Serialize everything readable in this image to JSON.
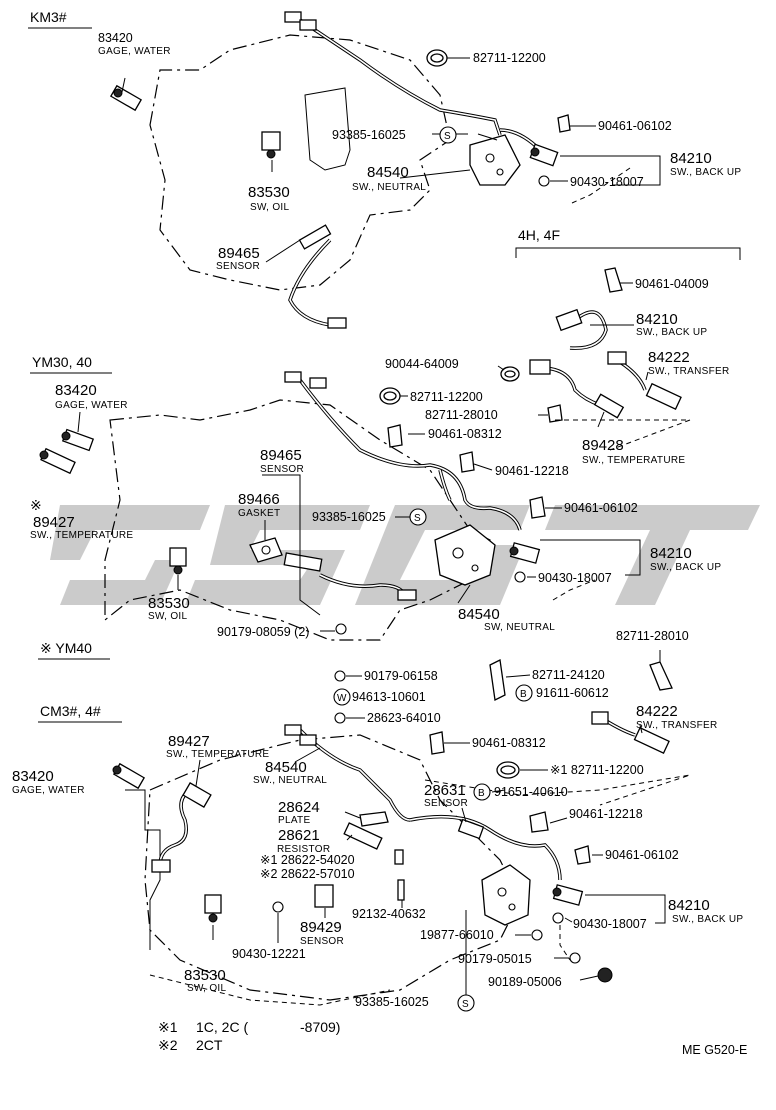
{
  "sections": {
    "km3": "KM3#",
    "ym30_40": "YM30, 40",
    "ym40": "※ YM40",
    "cm3_4": "CM3#, 4#",
    "sub_4h4f": "4H, 4F"
  },
  "parts": {
    "km_83420": "83420",
    "km_83420_desc": "GAGE, WATER",
    "km_82711": "82711-12200",
    "km_90461a": "90461-06102",
    "km_93385": "93385-16025",
    "km_84540": "84540",
    "km_84540_desc": "SW., NEUTRAL",
    "km_84210": "84210",
    "km_84210_desc": "SW., BACK UP",
    "km_90430": "90430-18007",
    "km_83530": "83530",
    "km_83530_desc": "SW, OIL",
    "km_89465": "89465",
    "km_89465_desc": "SENSOR",
    "f_90461": "90461-04009",
    "f_84210": "84210",
    "f_84210_desc": "SW., BACK UP",
    "f_84222": "84222",
    "f_84222_desc": "SW., TRANSFER",
    "ym_90044": "90044-64009",
    "ym_82711a": "82711-12200",
    "ym_82711b": "82711-28010",
    "ym_90461a": "90461-08312",
    "ym_89428": "89428",
    "ym_89428_desc": "SW., TEMPERATURE",
    "ym_90461b": "90461-12218",
    "ym_90461c": "90461-06102",
    "ym_83420": "83420",
    "ym_83420_desc": "GAGE, WATER",
    "ym_89427_mark": "※",
    "ym_89427": "89427",
    "ym_89427_desc": "SW., TEMPERATURE",
    "ym_89465": "89465",
    "ym_89465_desc": "SENSOR",
    "ym_89466": "89466",
    "ym_89466_desc": "GASKET",
    "ym_93385": "93385-16025",
    "ym_84210": "84210",
    "ym_84210_desc": "SW., BACK UP",
    "ym_90430": "90430-18007",
    "ym_83530": "83530",
    "ym_83530_desc": "SW, OIL",
    "ym_84540": "84540",
    "ym_84540_desc": "SW, NEUTRAL",
    "ym_90179": "90179-08059 (2)",
    "cm_82711a": "82711-28010",
    "cm_90179a": "90179-06158",
    "cm_82711b": "82711-24120",
    "cm_94613": "94613-10601",
    "cm_91611": "91611-60612",
    "cm_28623": "28623-64010",
    "cm_84222": "84222",
    "cm_84222_desc": "SW., TRANSFER",
    "cm_89427": "89427",
    "cm_89427_desc": "SW., TEMPERATURE",
    "cm_90461a": "90461-08312",
    "cm_84540": "84540",
    "cm_84540_desc": "SW., NEUTRAL",
    "cm_82711c": "※1 82711-12200",
    "cm_83420": "83420",
    "cm_83420_desc": "GAGE, WATER",
    "cm_28631": "28631",
    "cm_28631_desc": "SENSOR",
    "cm_91651": "91651-40610",
    "cm_28624": "28624",
    "cm_28624_desc": "PLATE",
    "cm_90461b": "90461-12218",
    "cm_28621": "28621",
    "cm_28621_desc": "RESISTOR",
    "cm_28622a": "※1 28622-54020",
    "cm_28622b": "※2 28622-57010",
    "cm_90461c": "90461-06102",
    "cm_89429": "89429",
    "cm_89429_desc": "SENSOR",
    "cm_92132": "92132-40632",
    "cm_84210": "84210",
    "cm_84210_desc": "SW., BACK UP",
    "cm_90430b": "90430-18007",
    "cm_90430a": "90430-12221",
    "cm_19877": "19877-66010",
    "cm_83530": "83530",
    "cm_83530_desc": "SW, OIL",
    "cm_90179b": "90179-05015",
    "cm_90189": "90189-05006",
    "cm_93385": "93385-16025"
  },
  "badges": {
    "s": "S",
    "w": "W",
    "b": "B"
  },
  "notes": {
    "n1_mark": "※1",
    "n1_text": "1C, 2C (",
    "n1_end": "-8709)",
    "n2_mark": "※2",
    "n2_text": "2CT"
  },
  "figure_code": "ME  G520-E"
}
